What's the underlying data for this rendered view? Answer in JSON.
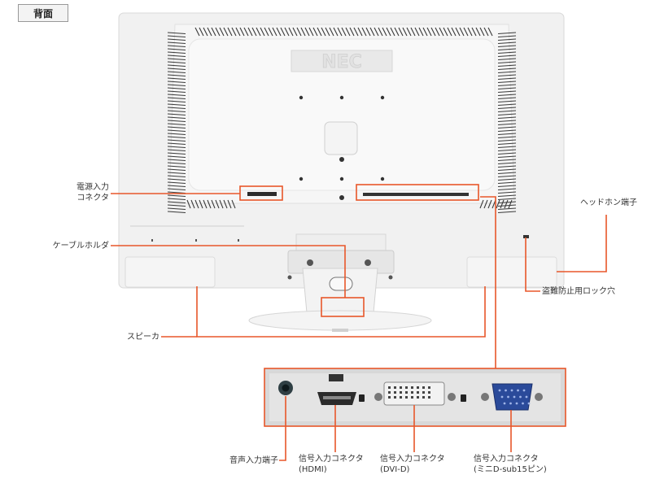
{
  "section_tab": "背面",
  "logo_text": "NEC",
  "accent_color": "#e8572a",
  "labels": {
    "power": [
      "電源入力",
      "コネクタ"
    ],
    "cable_holder": "ケーブルホルダ",
    "speaker": "スピーカ",
    "headphone": "ヘッドホン端子",
    "security_slot": "盗難防止用ロック穴",
    "audio_in": "音声入力端子",
    "hdmi": [
      "信号入力コネクタ",
      "(HDMI)"
    ],
    "dvi": [
      "信号入力コネクタ",
      "(DVI-D)"
    ],
    "dsub": [
      "信号入力コネクタ",
      "(ミニD-sub15ピン)"
    ]
  }
}
